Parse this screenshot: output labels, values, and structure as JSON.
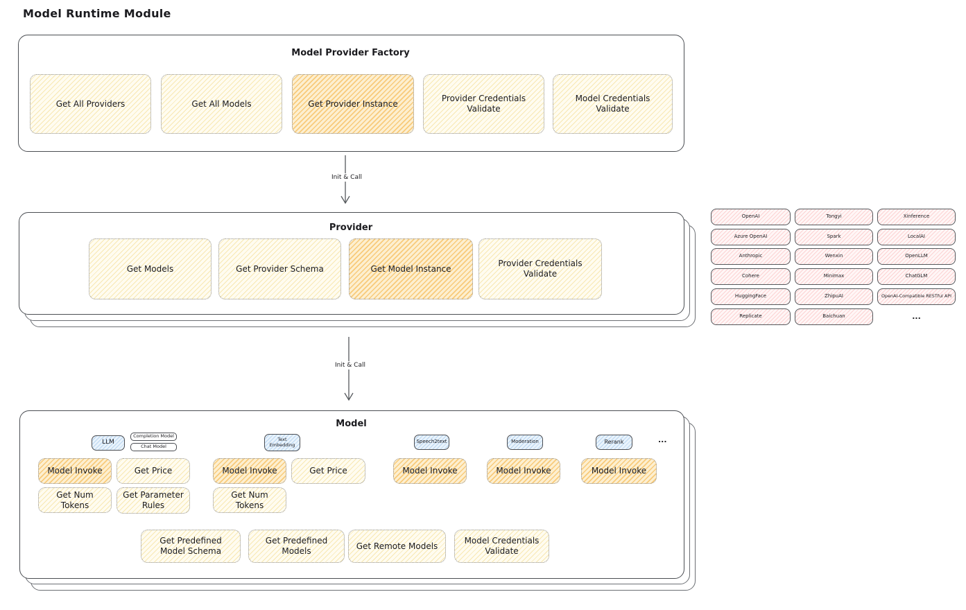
{
  "page_title": "Model Runtime Module",
  "flow": {
    "init_call_1": "Init & Call",
    "init_call_2": "Init & Call"
  },
  "factory": {
    "title": "Model Provider Factory",
    "items": [
      {
        "label": "Get All Providers",
        "highlight": false
      },
      {
        "label": "Get All Models",
        "highlight": false
      },
      {
        "label": "Get Provider Instance",
        "highlight": true
      },
      {
        "label": "Provider Credentials Validate",
        "highlight": false
      },
      {
        "label": "Model Credentials Validate",
        "highlight": false
      }
    ]
  },
  "provider": {
    "title": "Provider",
    "items": [
      {
        "label": "Get Models",
        "highlight": false
      },
      {
        "label": "Get Provider Schema",
        "highlight": false
      },
      {
        "label": "Get Model Instance",
        "highlight": true
      },
      {
        "label": "Provider Credentials Validate",
        "highlight": false
      }
    ]
  },
  "providers_grid": {
    "rows": [
      [
        "OpenAI",
        "Tongyi",
        "Xinference"
      ],
      [
        "Azure OpenAI",
        "Spark",
        "LocalAI"
      ],
      [
        "Anthropic",
        "Wenxin",
        "OpenLLM"
      ],
      [
        "Cohere",
        "Minimax",
        "ChatGLM"
      ],
      [
        "HuggingFace",
        "ZhipuAI",
        "OpenAI-Compatible RESTful API"
      ],
      [
        "Replicate",
        "Baichuan",
        "..."
      ]
    ]
  },
  "model": {
    "title": "Model",
    "tabs": {
      "llm": "LLM",
      "completion_model": "Completion Model",
      "chat_model": "Chat Model",
      "text_embedding": "Text Embedding",
      "speech2text": "Speech2text",
      "moderation": "Moderation",
      "rerank": "Rerank",
      "more": "..."
    },
    "ops": {
      "model_invoke": "Model Invoke",
      "get_price": "Get Price",
      "get_num_tokens": "Get Num Tokens",
      "get_parameter_rules": "Get Parameter Rules",
      "get_predefined_model_schema": "Get Predefined Model Schema",
      "get_predefined_models": "Get Predefined Models",
      "get_remote_models": "Get Remote Models",
      "model_credentials_validate": "Model Credentials Validate"
    }
  },
  "colors": {
    "highlight_orange": "#f2a624",
    "light_yellow": "#fff9e3",
    "provider_pink": "#ffeaea",
    "tab_blue": "#dcebf8",
    "border_dark": "#4a4d52"
  }
}
